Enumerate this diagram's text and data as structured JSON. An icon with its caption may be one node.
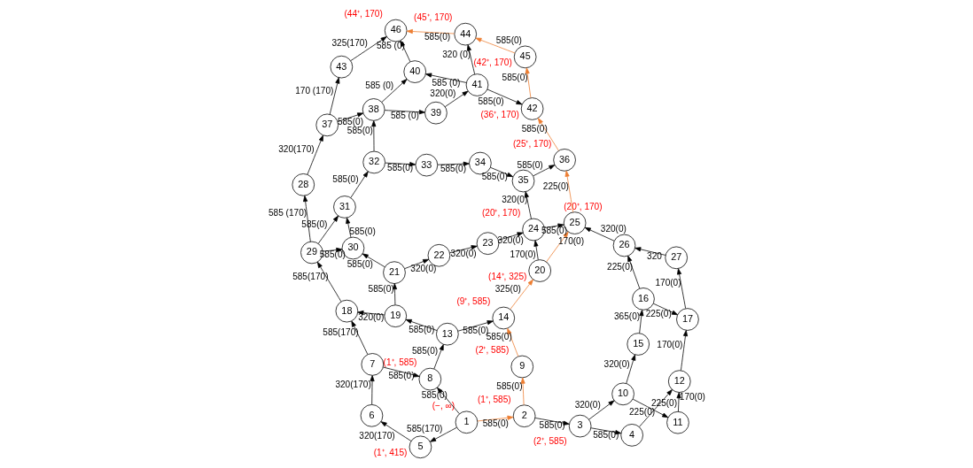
{
  "diagram": {
    "nodes": [
      {
        "text": [
          "1"
        ],
        "beside": [
          "(−, ∞)"
        ]
      },
      {
        "text": [
          "2"
        ],
        "beside": [
          "(1⁺, 585)"
        ]
      },
      {
        "text": [
          "3"
        ],
        "beside": [
          "(2⁺, 585)"
        ]
      },
      {
        "text": [
          "4"
        ]
      },
      {
        "text": [
          "5"
        ],
        "beside": [
          "(1⁺, 415)"
        ]
      },
      {
        "text": [
          "6"
        ]
      },
      {
        "text": [
          "7"
        ]
      },
      {
        "text": [
          "8"
        ],
        "beside": [
          "(1⁺, 585)"
        ]
      },
      {
        "text": [
          "9"
        ],
        "beside": [
          "(2⁺, 585)"
        ]
      },
      {
        "text": [
          "10"
        ]
      },
      {
        "text": [
          "11"
        ]
      },
      {
        "text": [
          "12"
        ]
      },
      {
        "text": [
          "13"
        ]
      },
      {
        "text": [
          "14"
        ],
        "beside": [
          "(9⁺, 585)"
        ]
      },
      {
        "text": [
          "15"
        ]
      },
      {
        "text": [
          "16"
        ]
      },
      {
        "text": [
          "17"
        ]
      },
      {
        "text": [
          "18"
        ]
      },
      {
        "text": [
          "19"
        ]
      },
      {
        "text": [
          "20"
        ],
        "beside": [
          "(14⁺, 325)"
        ]
      },
      {
        "text": [
          "21"
        ]
      },
      {
        "text": [
          "22"
        ]
      },
      {
        "text": [
          "23"
        ]
      },
      {
        "text": [
          "24"
        ],
        "beside": [
          "(20⁺, 170)"
        ]
      },
      {
        "text": [
          "25"
        ],
        "beside": [
          "(20⁺, 170)"
        ]
      },
      {
        "text": [
          "26"
        ]
      },
      {
        "text": [
          "27"
        ]
      },
      {
        "text": [
          "28"
        ]
      },
      {
        "text": [
          "29"
        ]
      },
      {
        "text": [
          "30"
        ]
      },
      {
        "text": [
          "31"
        ]
      },
      {
        "text": [
          "32"
        ]
      },
      {
        "text": [
          "33"
        ]
      },
      {
        "text": [
          "34"
        ]
      },
      {
        "text": [
          "35"
        ]
      },
      {
        "text": [
          "36"
        ],
        "beside": [
          "(25⁺, 170)"
        ]
      },
      {
        "text": [
          "37"
        ]
      },
      {
        "text": [
          "38"
        ]
      },
      {
        "text": [
          "39"
        ]
      },
      {
        "text": [
          "40"
        ]
      },
      {
        "text": [
          "41"
        ]
      },
      {
        "text": [
          "42"
        ],
        "beside": [
          "(36⁺, 170)"
        ]
      },
      {
        "text": [
          "43"
        ]
      },
      {
        "text": [
          "44"
        ],
        "beside": [
          "(45⁺, 170)"
        ]
      },
      {
        "text": [
          "45"
        ],
        "beside": [
          "(42⁺, 170)"
        ]
      },
      {
        "text": [
          "46"
        ],
        "beside": [
          "(44⁺, 170)"
        ]
      }
    ],
    "edges": [
      {
        "from": 0,
        "to": 1,
        "arrow": "to",
        "label": "585(0)",
        "color": "#ed7d31"
      },
      {
        "from": 0,
        "to": 7,
        "arrow": "to",
        "label": "585(0)"
      },
      {
        "from": 0,
        "to": 4,
        "arrow": "to",
        "label": "585(170)"
      },
      {
        "from": 1,
        "to": 2,
        "arrow": "to",
        "label": "585(0)"
      },
      {
        "from": 1,
        "to": 8,
        "arrow": "to",
        "label": "585(0)",
        "color": "#ed7d31"
      },
      {
        "from": 2,
        "to": 3,
        "arrow": "to",
        "label": "585(0)"
      },
      {
        "from": 2,
        "to": 9,
        "arrow": "to",
        "label": "320(0)"
      },
      {
        "from": 3,
        "to": 11,
        "arrow": "to",
        "label": "225(0)"
      },
      {
        "from": 9,
        "to": 10,
        "arrow": "to",
        "label": "225(0)"
      },
      {
        "from": 10,
        "to": 11,
        "arrow": "to",
        "label": "170(0)"
      },
      {
        "from": 11,
        "to": 16,
        "arrow": "to",
        "label": "170(0)"
      },
      {
        "from": 9,
        "to": 14,
        "arrow": "to",
        "label": "320(0)"
      },
      {
        "from": 14,
        "to": 15,
        "arrow": "to",
        "label": "365(0)"
      },
      {
        "from": 15,
        "to": 16,
        "arrow": "to",
        "label": "225(0)"
      },
      {
        "from": 15,
        "to": 25,
        "arrow": "to",
        "label": "225(0)"
      },
      {
        "from": 16,
        "to": 26,
        "arrow": "to",
        "label": "170(0)"
      },
      {
        "from": 26,
        "to": 25,
        "arrow": "to",
        "label": "320"
      },
      {
        "from": 25,
        "to": 24,
        "arrow": "to",
        "label": "320(0)"
      },
      {
        "from": 8,
        "to": 13,
        "arrow": "to",
        "label": "585(0)",
        "color": "#ed7d31"
      },
      {
        "from": 13,
        "to": 19,
        "arrow": "to",
        "label": "325(0)",
        "color": "#ed7d31"
      },
      {
        "from": 19,
        "to": 24,
        "arrow": "to",
        "label": "170(0)",
        "color": "#ed7d31"
      },
      {
        "from": 19,
        "to": 23,
        "arrow": "to",
        "label": "170(0)"
      },
      {
        "from": 23,
        "to": 24,
        "arrow": "to",
        "label": "585(0)"
      },
      {
        "from": 23,
        "to": 34,
        "arrow": "to",
        "label": "320(0)"
      },
      {
        "from": 24,
        "to": 35,
        "arrow": "to",
        "label": "225(0)",
        "color": "#ed7d31"
      },
      {
        "from": 22,
        "to": 23,
        "arrow": "to",
        "label": "320(0)"
      },
      {
        "from": 21,
        "to": 22,
        "arrow": "to",
        "label": "320(0)"
      },
      {
        "from": 20,
        "to": 21,
        "arrow": "to",
        "label": "320(0)"
      },
      {
        "from": 12,
        "to": 13,
        "arrow": "to",
        "label": "585(0)"
      },
      {
        "from": 7,
        "to": 12,
        "arrow": "to",
        "label": "585(0)"
      },
      {
        "from": 6,
        "to": 7,
        "arrow": "to",
        "label": "585(0)"
      },
      {
        "from": 5,
        "to": 6,
        "arrow": "to",
        "label": "320(170)"
      },
      {
        "from": 4,
        "to": 5,
        "arrow": "to",
        "label": "320(170)"
      },
      {
        "from": 6,
        "to": 17,
        "arrow": "to",
        "label": "585(170)"
      },
      {
        "from": 12,
        "to": 18,
        "arrow": "to",
        "label": "585(0)"
      },
      {
        "from": 18,
        "to": 20,
        "arrow": "to",
        "label": "585(0)"
      },
      {
        "from": 18,
        "to": 17,
        "arrow": "to",
        "label": "320(0)"
      },
      {
        "from": 17,
        "to": 28,
        "arrow": "to",
        "label": "585(170)"
      },
      {
        "from": 20,
        "to": 29,
        "arrow": "to",
        "label": "585(0)"
      },
      {
        "from": 28,
        "to": 29,
        "arrow": "to",
        "label": "585(0)"
      },
      {
        "from": 28,
        "to": 30,
        "arrow": "to",
        "label": "585(0)"
      },
      {
        "from": 29,
        "to": 30,
        "arrow": "to",
        "label": "585(0)"
      },
      {
        "from": 28,
        "to": 27,
        "arrow": "to",
        "label": "585 (170)"
      },
      {
        "from": 27,
        "to": 36,
        "arrow": "to",
        "label": "320(170)"
      },
      {
        "from": 30,
        "to": 31,
        "arrow": "to",
        "label": "585(0)"
      },
      {
        "from": 31,
        "to": 32,
        "arrow": "to",
        "label": "585(0)"
      },
      {
        "from": 32,
        "to": 33,
        "arrow": "to",
        "label": "585(0)"
      },
      {
        "from": 33,
        "to": 34,
        "arrow": "to",
        "label": "585(0)"
      },
      {
        "from": 34,
        "to": 35,
        "arrow": "to",
        "label": "585(0)"
      },
      {
        "from": 35,
        "to": 41,
        "arrow": "to",
        "label": "585(0)",
        "color": "#ed7d31"
      },
      {
        "from": 41,
        "to": 44,
        "arrow": "to",
        "label": "585(0)",
        "color": "#ed7d31"
      },
      {
        "from": 44,
        "to": 43,
        "arrow": "to",
        "label": "585(0)",
        "color": "#ed7d31"
      },
      {
        "from": 43,
        "to": 45,
        "arrow": "to",
        "label": "585(0)",
        "color": "#ed7d31"
      },
      {
        "from": 31,
        "to": 37,
        "arrow": "to",
        "label": "585(0)"
      },
      {
        "from": 37,
        "to": 38,
        "arrow": "to",
        "label": "585 (0)"
      },
      {
        "from": 38,
        "to": 40,
        "arrow": "to",
        "label": "320(0)"
      },
      {
        "from": 40,
        "to": 41,
        "arrow": "to",
        "label": "585(0)"
      },
      {
        "from": 40,
        "to": 43,
        "arrow": "to",
        "label": "320 (0)"
      },
      {
        "from": 40,
        "to": 39,
        "arrow": "to",
        "label": "585 (0)"
      },
      {
        "from": 37,
        "to": 39,
        "arrow": "to",
        "label": "585 (0)"
      },
      {
        "from": 39,
        "to": 45,
        "arrow": "to",
        "label": "585 (0)"
      },
      {
        "from": 36,
        "to": 37,
        "arrow": "to",
        "label": "585(0)"
      },
      {
        "from": 36,
        "to": 42,
        "arrow": "to",
        "label": "170 (170)"
      },
      {
        "from": 42,
        "to": 45,
        "arrow": "to",
        "label": "325(170)"
      }
    ]
  }
}
